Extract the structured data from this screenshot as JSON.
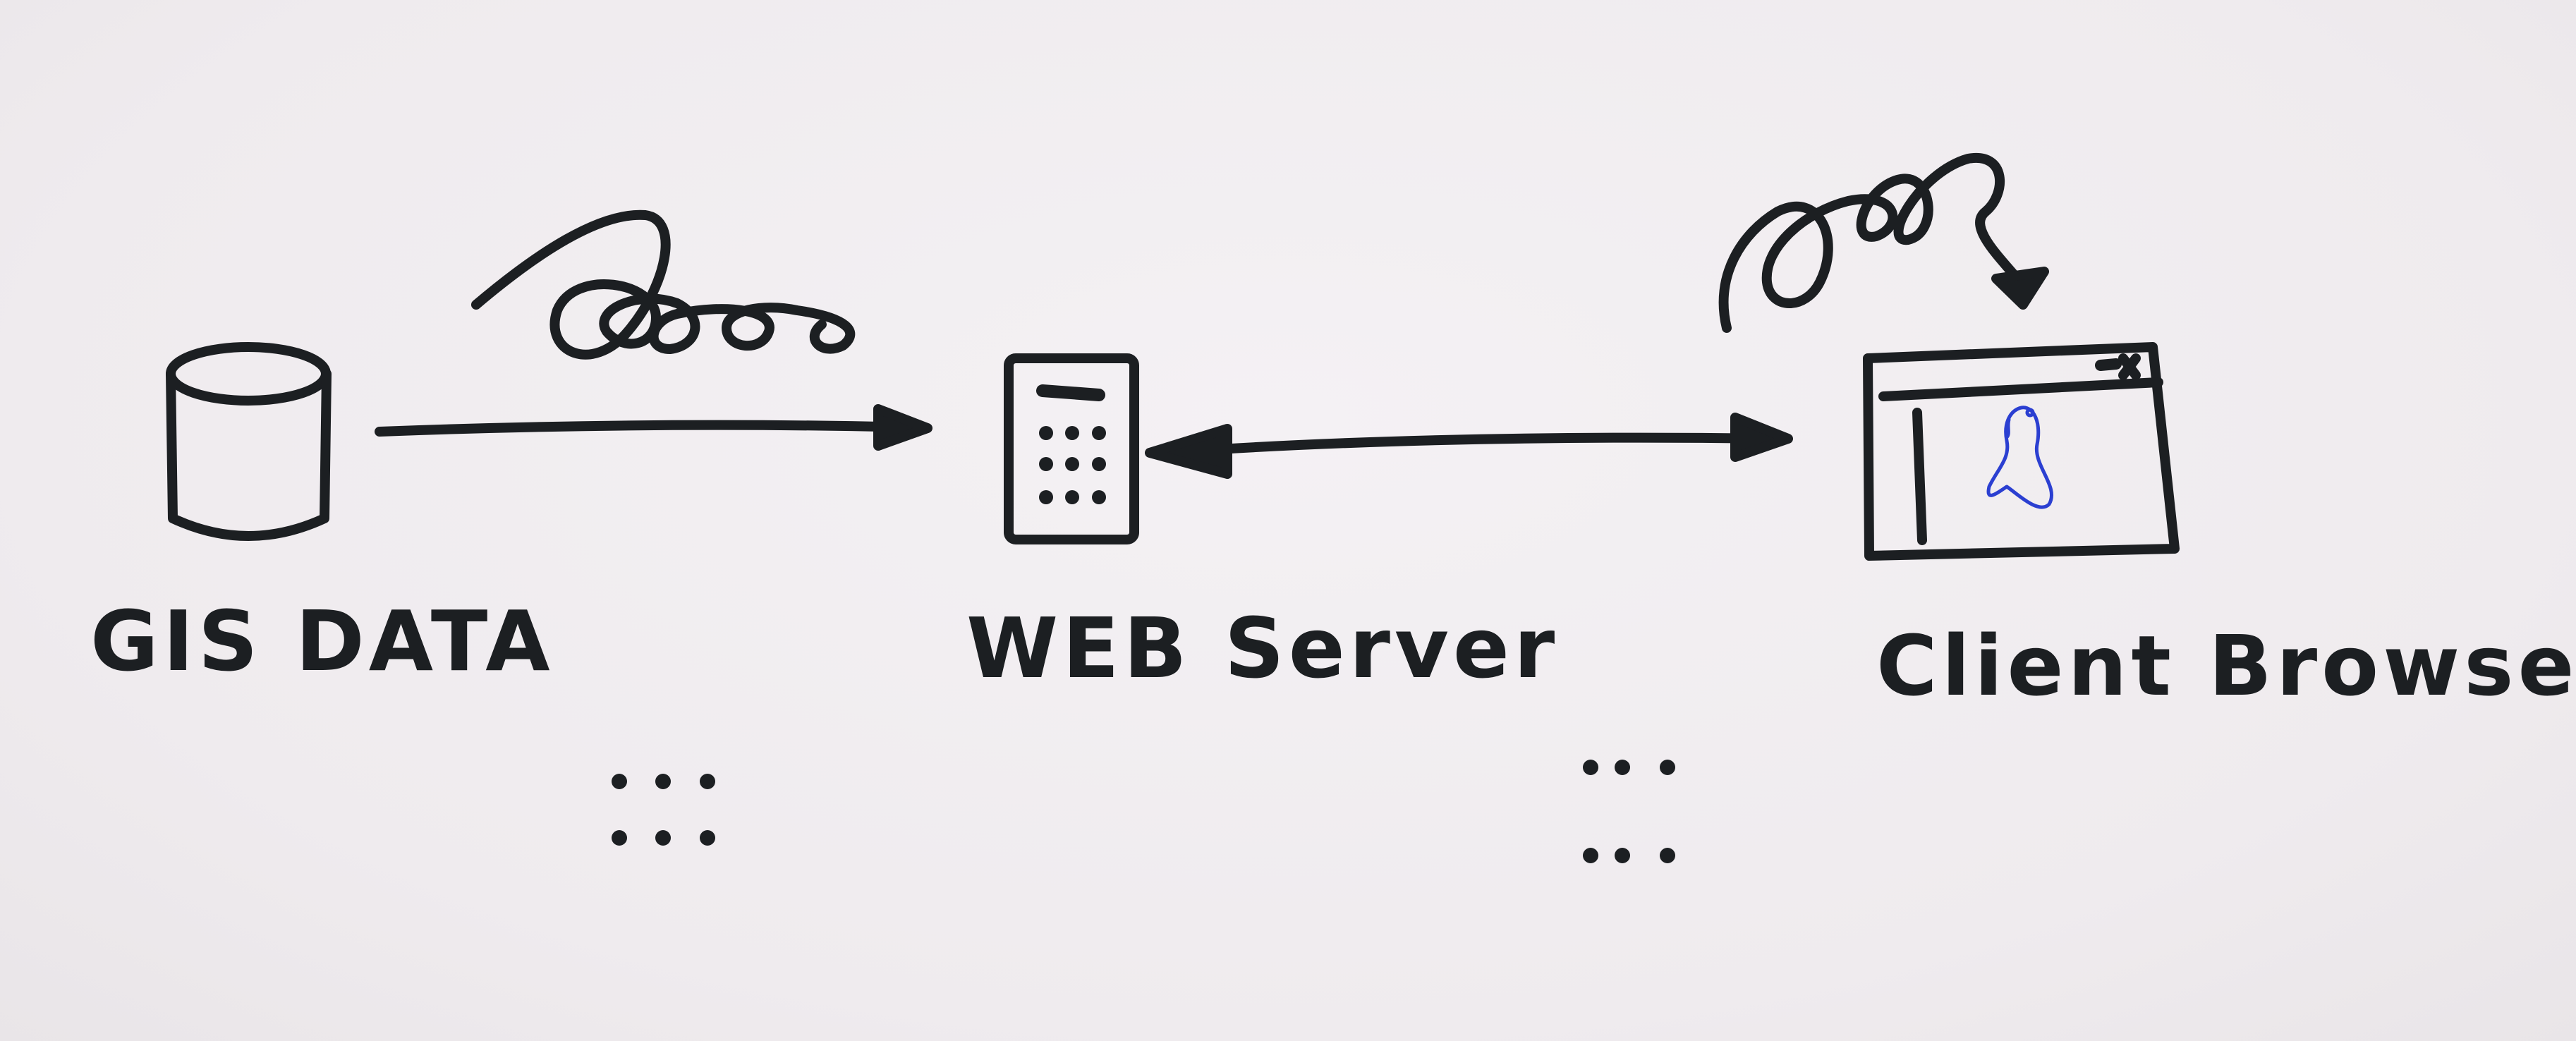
{
  "nodes": {
    "gis": {
      "label": "GIS DATA",
      "icon": "database-icon"
    },
    "web": {
      "label": "WEB Server",
      "icon": "server-icon"
    },
    "client": {
      "label": "Client Browser",
      "icon": "browser-window-icon"
    }
  },
  "edges": [
    {
      "from": "gis",
      "to": "web",
      "direction": "one-way"
    },
    {
      "from": "web",
      "to": "client",
      "direction": "two-way"
    }
  ],
  "colors": {
    "ink": "#1c1f22",
    "paper": "#f2eff2",
    "accent": "#2b3fd1"
  }
}
